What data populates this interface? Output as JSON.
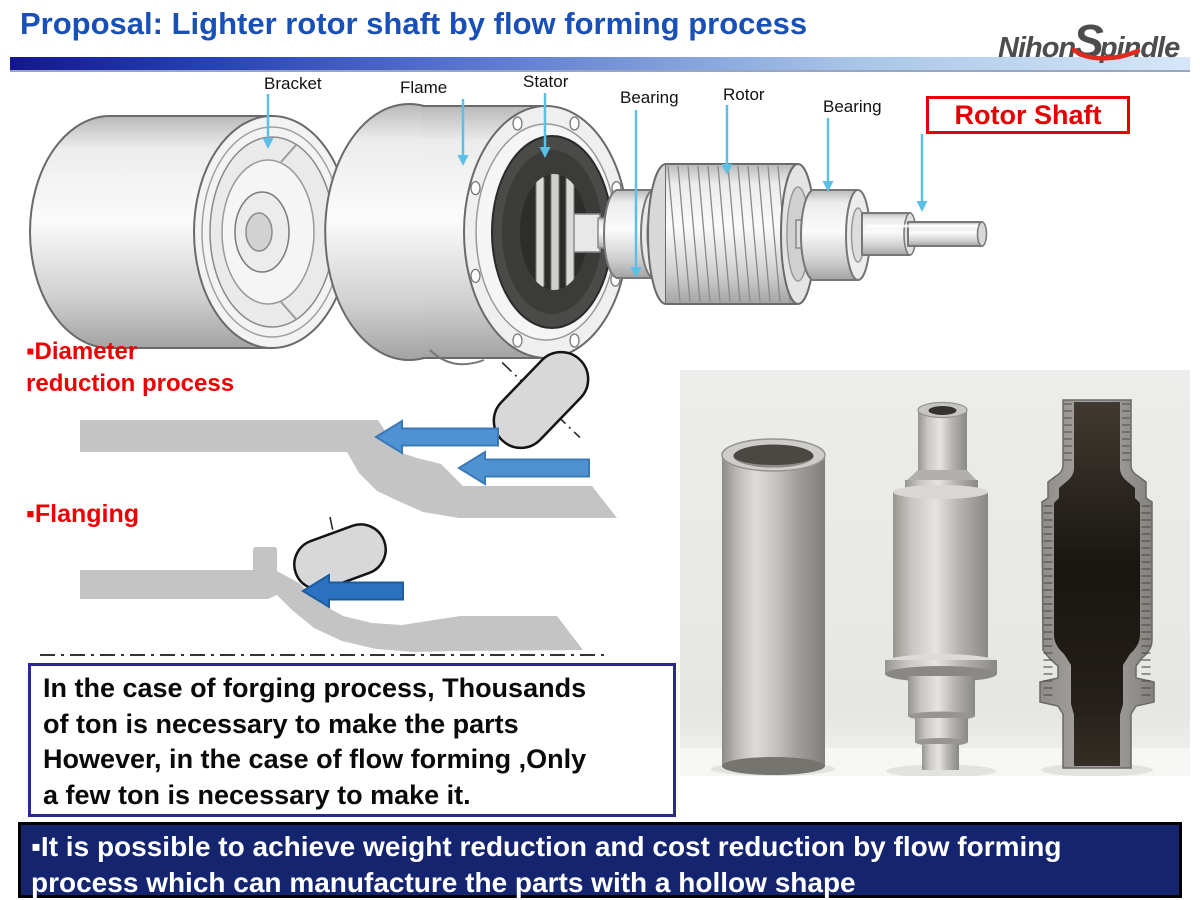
{
  "header": {
    "title": "Proposal: Lighter rotor shaft by flow forming process",
    "logo": {
      "part1": "Nihon",
      "part2": "S",
      "part3": "pindle"
    }
  },
  "motor_diagram": {
    "labels": {
      "bracket": "Bracket",
      "flame": "Flame",
      "stator": "Stator",
      "bearing_left": "Bearing",
      "rotor": "Rotor",
      "bearing_right": "Bearing"
    },
    "rotor_shaft_callout": "Rotor Shaft"
  },
  "process_steps": {
    "diameter_reduction": "▪Diameter\nreduction process",
    "flanging": "▪Flanging"
  },
  "info_box": "In the case of forging process, Thousands\nof ton is necessary to make the parts\nHowever, in the case of flow forming ,Only\na few ton is necessary to make it.",
  "conclusion_box": "▪It is possible to achieve weight reduction and cost reduction by flow forming\nprocess which can manufacture the parts with a hollow shape",
  "colors": {
    "title_blue": "#1850b8",
    "accent_red": "#ee0000",
    "navy_box": "#14246e",
    "info_border_navy": "#2a2a8e",
    "process_arrow_blue": "#4f92d2",
    "label_arrow_cyan": "#5cc0e6",
    "workpiece_gray": "#c4c4c4",
    "logo_gray": "#4d4d4f",
    "logo_swoosh_red": "#e02a1e"
  }
}
